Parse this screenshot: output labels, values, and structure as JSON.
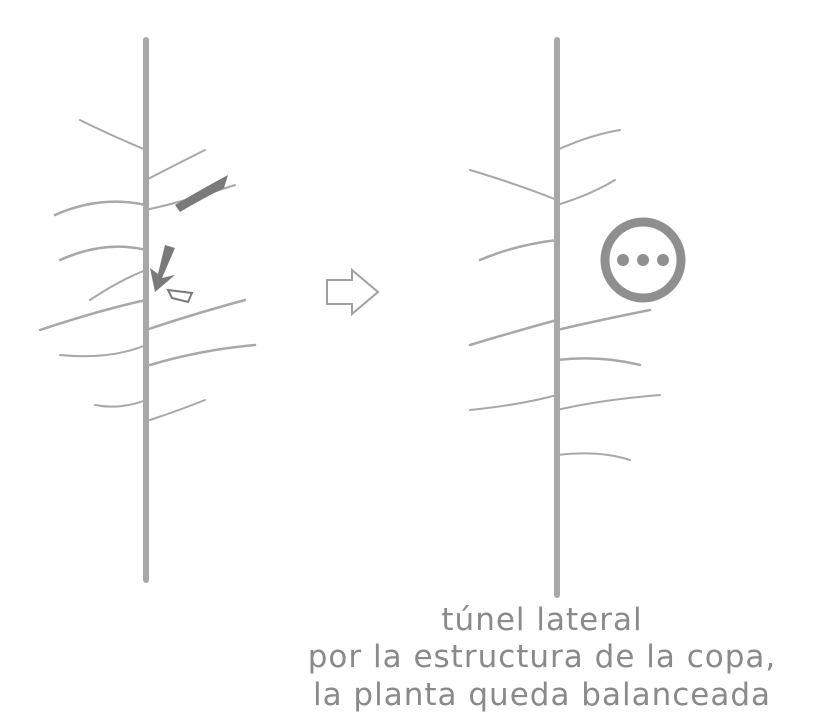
{
  "caption": {
    "line1": "túnel lateral",
    "line2": "por la estructura de la copa,",
    "line3": "la planta queda balanceada"
  },
  "icons": {
    "transition": "hollow-right-arrow-icon",
    "result": "circle-with-three-dots-icon"
  },
  "colors": {
    "tree": "#9a9a9a",
    "arrow": "#7a7a7a",
    "text": "#8a8a8a"
  }
}
